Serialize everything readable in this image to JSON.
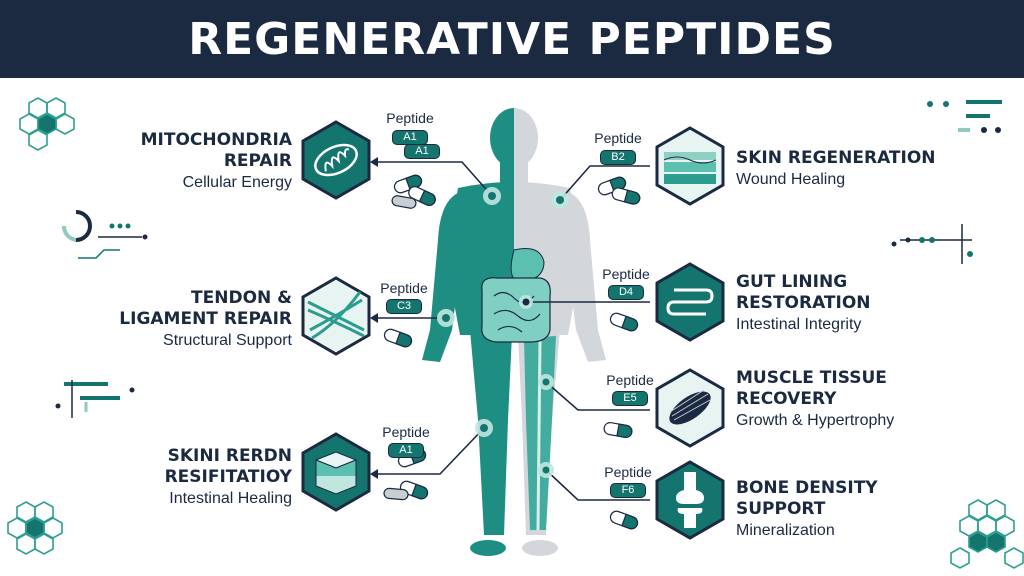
{
  "title": "REGENERATIVE PEPTIDES",
  "colors": {
    "navy": "#1b2a41",
    "teal": "#14756e",
    "teal_light": "#3aa89a",
    "grey": "#c9ced3"
  },
  "peptide_word": "Peptide",
  "benefits": [
    {
      "id": "mito",
      "title_lines": [
        "MITOCHONDRIA",
        "REPAIR"
      ],
      "subtitle": "Cellular Energy",
      "tags": [
        "A1",
        "A1"
      ],
      "icon": "mitochondria-icon"
    },
    {
      "id": "tendon",
      "title_lines": [
        "TENDON &",
        "LIGAMENT REPAIR"
      ],
      "subtitle": "Structural Support",
      "tags": [
        "C3"
      ],
      "icon": "tendon-fibers-icon"
    },
    {
      "id": "skin-resti",
      "title_lines": [
        "SKINI RERDN",
        "RESIFITATIOY"
      ],
      "subtitle": "Intestinal Healing",
      "tags": [
        "A1"
      ],
      "icon": "skin-layers-icon"
    },
    {
      "id": "skin",
      "title_lines": [
        "SKIN REGENERATION"
      ],
      "subtitle": "Wound Healing",
      "tags": [
        "B2"
      ],
      "icon": "skin-tissue-icon"
    },
    {
      "id": "gut",
      "title_lines": [
        "GUT LINING",
        "RESTORATION"
      ],
      "subtitle": "Intestinal Integrity",
      "tags": [
        "D4"
      ],
      "icon": "intestine-icon"
    },
    {
      "id": "muscle",
      "title_lines": [
        "MUSCLE TISSUE",
        "RECOVERY"
      ],
      "subtitle": "Growth & Hypertrophy",
      "tags": [
        "E5"
      ],
      "icon": "muscle-icon"
    },
    {
      "id": "bone",
      "title_lines": [
        "BONE DENSITY",
        "SUPPORT"
      ],
      "subtitle": "Mineralization",
      "tags": [
        "F6"
      ],
      "icon": "knee-bone-icon"
    }
  ]
}
